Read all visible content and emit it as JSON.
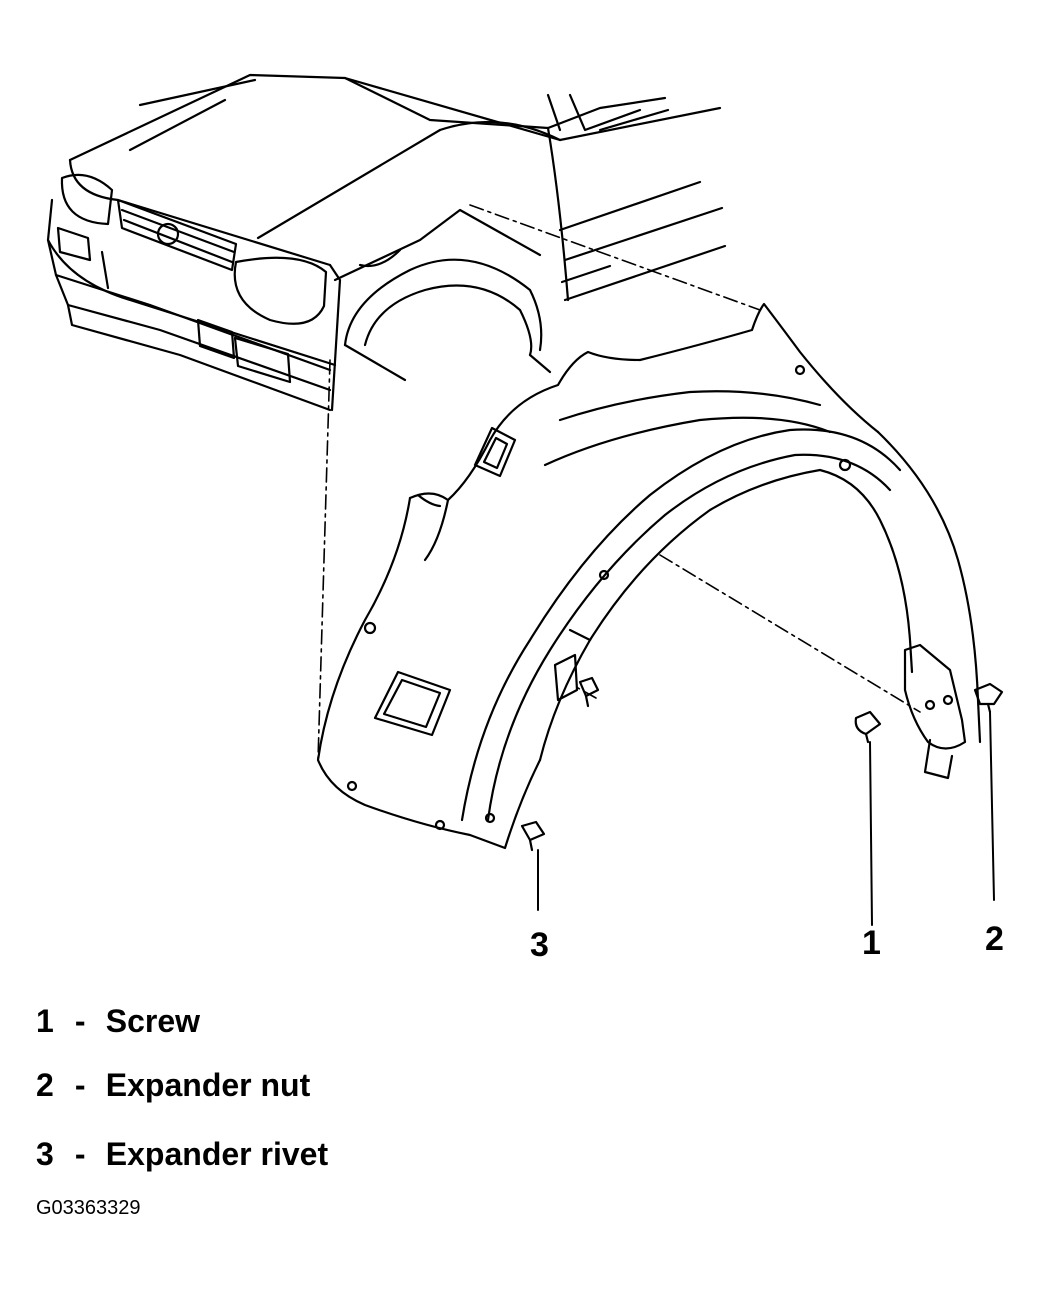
{
  "diagram": {
    "callouts": [
      {
        "number": "3"
      },
      {
        "number": "1"
      },
      {
        "number": "2"
      }
    ],
    "parts": [
      {
        "number": "1",
        "dash": "-",
        "name": "Screw"
      },
      {
        "number": "2",
        "dash": "-",
        "name": "Expander nut"
      },
      {
        "number": "3",
        "dash": "-",
        "name": "Expander rivet"
      }
    ],
    "figure_id": "G03363329",
    "line_color": "#000000",
    "background_color": "#ffffff"
  }
}
